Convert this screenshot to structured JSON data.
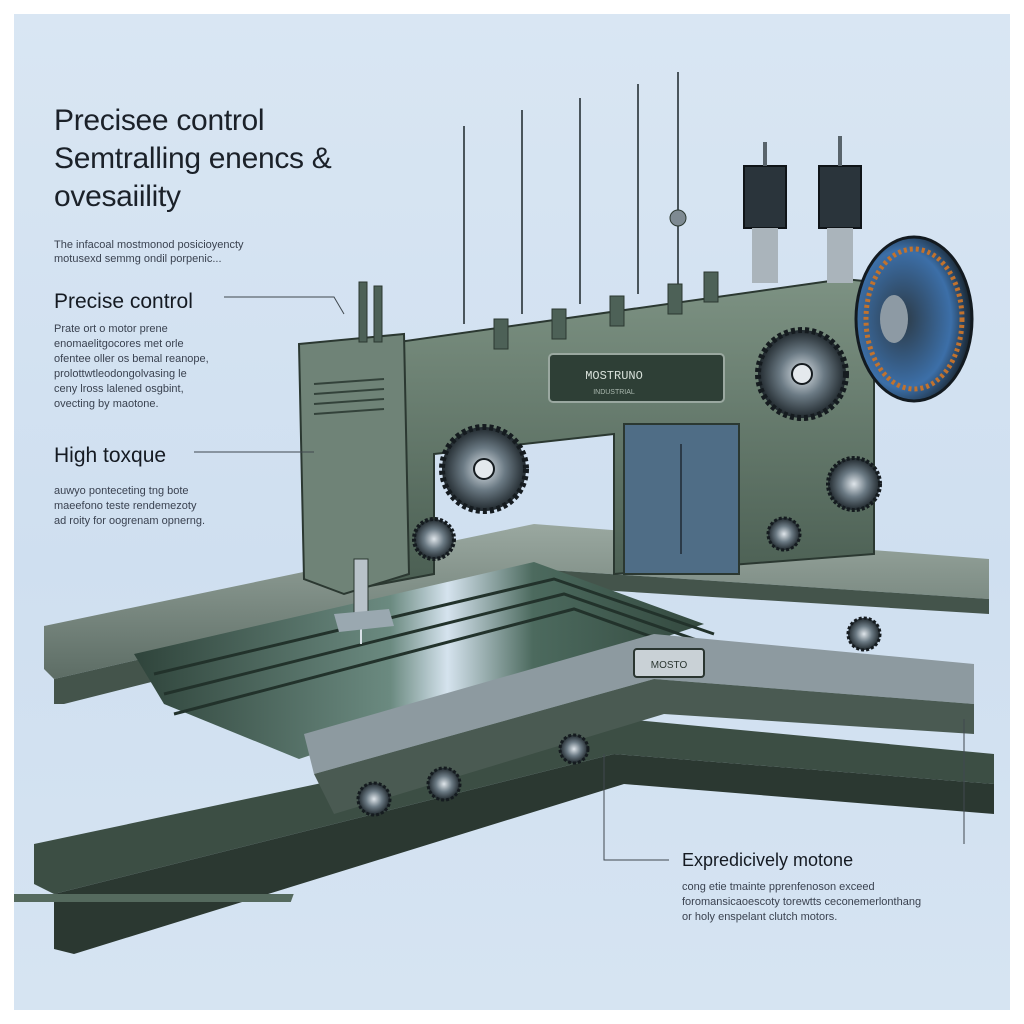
{
  "title": [
    "Precisee control",
    "Semtralling enencs &",
    "ovesaiility"
  ],
  "intro": [
    "The infacoal mostmonod posicioyencty",
    "motusexd semmg ondil porpenic..."
  ],
  "features": [
    {
      "heading": "Precise control",
      "body": [
        "Prate ort o motor prene",
        "enomaelitgocores met orle",
        "ofentee oller os bemal reanope,",
        "prolottwtleodongolvasing le",
        "ceny lross lalened osgbint,",
        "ovecting by maotone."
      ]
    },
    {
      "heading": "High toxque",
      "body": [
        "auwyo ponteceting tng bote",
        "maeefono teste rendemezoty",
        "ad roity for oogrenam opnerng."
      ]
    },
    {
      "heading": "Expredicively motone",
      "body": [
        "cong etie tmainte pprenfenoson exceed",
        "foromansicaoescoty torewtts ceconemerlonthang",
        "or holy enspelant clutch motors."
      ]
    }
  ],
  "machine": {
    "nameplate_text": "MOSTRUNO",
    "nameplate_sub": "INDUSTRIAL",
    "carriage_label": "MOSTO"
  },
  "colors": {
    "body": "#5d7466",
    "body_dark": "#3c4e44",
    "metal": "#a7b3bd",
    "accent_blue": "#3c6fa8",
    "fabric": "#3f5a4f"
  }
}
